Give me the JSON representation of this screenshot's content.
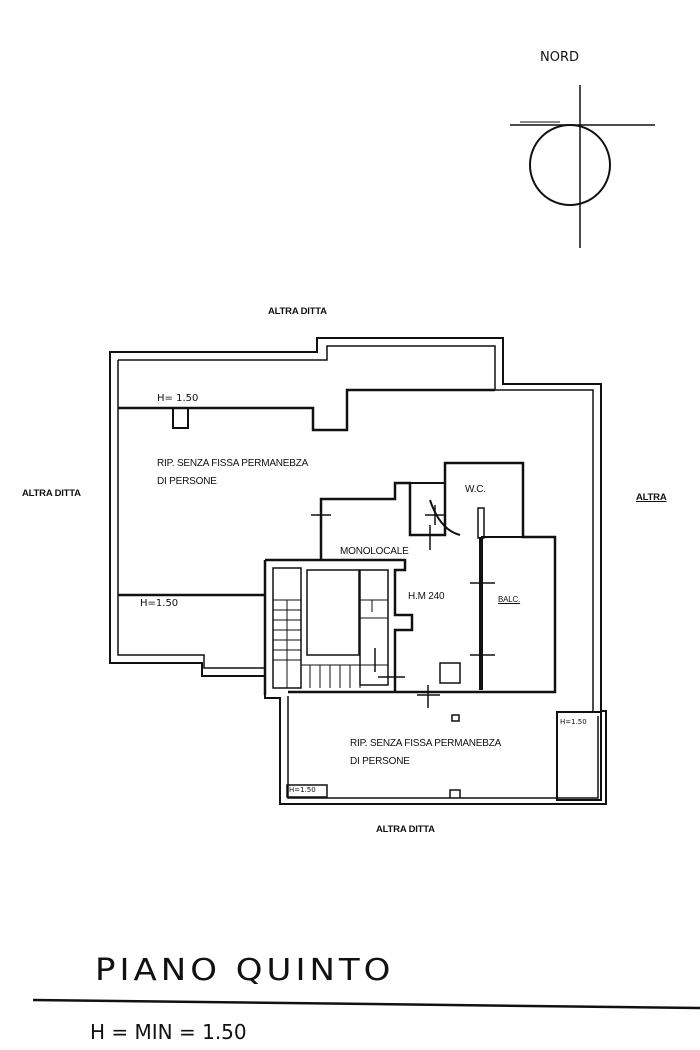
{
  "compass": {
    "label": "NORD"
  },
  "neighbors": {
    "top": "ALTRA DITTA",
    "left": "ALTRA DITTA",
    "right": "ALTRA",
    "bottom": "ALTRA DITTA"
  },
  "rooms": {
    "storage_top": {
      "line1": "RIP. SENZA FISSA PERMANEBZA",
      "line2": "DI PERSONE"
    },
    "storage_bottom": {
      "line1": "RIP. SENZA FISSA PERMANEBZA",
      "line2": "DI PERSONE"
    },
    "wc": "W.C.",
    "monolocale": "MONOLOCALE",
    "height_main": "H.M 240",
    "balcony": "BALC."
  },
  "height_marks": {
    "top": "H= 1.50",
    "middle": "H=1.50",
    "right": "H=1.50",
    "bottom_left": "H=1.50"
  },
  "footer": {
    "title": "PIANO QUINTO",
    "subtitle": "H = MIN = 1.50"
  }
}
